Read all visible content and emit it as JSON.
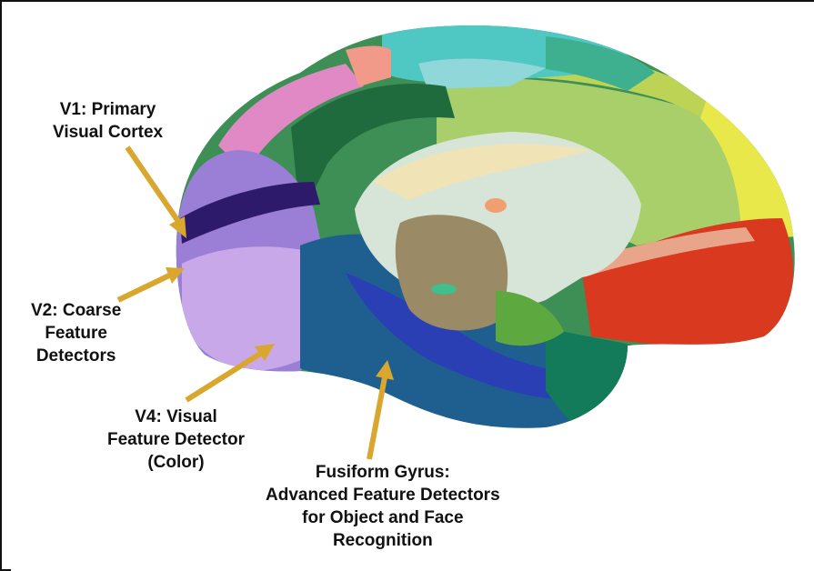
{
  "labels": {
    "v1": {
      "line1": "V1: Primary",
      "line2": "Visual Cortex"
    },
    "v2": {
      "line1": "V2: Coarse",
      "line2": "Feature",
      "line3": "Detectors"
    },
    "v4": {
      "line1": "V4: Visual",
      "line2": "Feature Detector",
      "line3": "(Color)"
    },
    "fusiform": {
      "line1": "Fusiform Gyrus:",
      "line2": "Advanced Feature Detectors",
      "line3": "for Object and Face",
      "line4": "Recognition"
    }
  },
  "colors": {
    "arrow": "#d9a62e",
    "label_text": "#111111",
    "v1_region": "#2e1a6b",
    "v2_region": "#9b7fd6",
    "v4_region": "#c9a8ea",
    "fusiform_region": "#1f5f8f"
  }
}
